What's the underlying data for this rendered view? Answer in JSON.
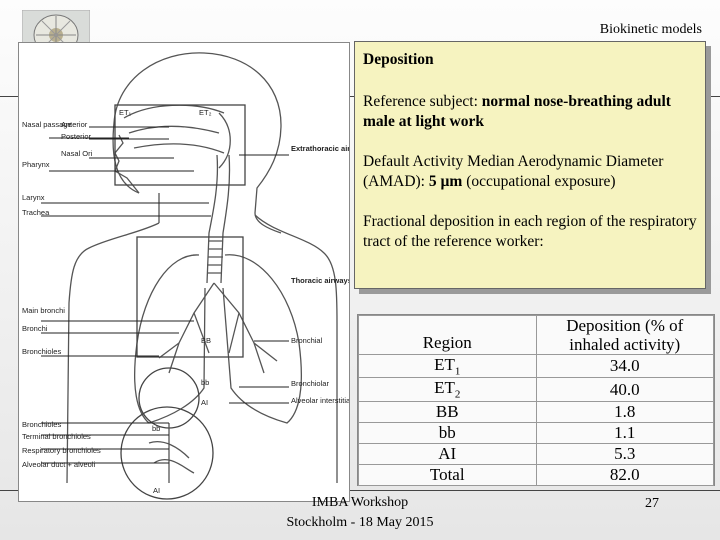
{
  "header": {
    "title": "Biokinetic models"
  },
  "callout": {
    "heading": "Deposition",
    "p1_prefix": "Reference subject: ",
    "p1_bold": "normal nose-breathing adult male at light work",
    "p2_prefix": "Default Activity Median Aerodynamic Diameter (AMAD): ",
    "p2_bold": "5 µm",
    "p2_suffix": " (occupational exposure)",
    "p3": "Fractional deposition in each region of the respiratory tract of the reference worker:"
  },
  "table": {
    "col_region": "Region",
    "col_deposition_line1": "Deposition (% of",
    "col_deposition_line2": "inhaled activity)",
    "rows": [
      {
        "region": "ET1",
        "value": "34.0"
      },
      {
        "region": "ET2",
        "value": "40.0"
      },
      {
        "region": "BB",
        "value": "1.8"
      },
      {
        "region": "bb",
        "value": "1.1"
      },
      {
        "region": "AI",
        "value": "5.3"
      },
      {
        "region": "Total",
        "value": "82.0"
      }
    ]
  },
  "diagram": {
    "labels": {
      "et1": "ET₁",
      "et2": "ET₂",
      "nasal_passage": "Nasal passage",
      "anterior": "Anterior",
      "posterior": "Posterior",
      "nasal_ori": "Nasal Ori",
      "pharynx": "Pharynx",
      "larynx": "Larynx",
      "trachea": "Trachea",
      "extrathoracic": "Extrathoracic airways",
      "thoracic": "Thoracic airways",
      "main_bronchi": "Main bronchi",
      "bronchi": "Bronchi",
      "bronchioles_left": "Bronchioles",
      "bb_tag": "BB",
      "bronchial": "Bronchial",
      "bb_small": "bb",
      "bronchiolar": "Bronchiolar",
      "ai_tag": "AI",
      "alveolar": "Alveolar interstitial",
      "bronchioles_low": "Bronchioles",
      "terminal_bronchioles": "Terminal bronchioles",
      "respiratory_bronchioles": "Respiratory bronchioles",
      "alveolar_duct": "Alveolar duct + alveoli",
      "bb_inset": "bb",
      "ai_inset": "AI"
    }
  },
  "footer": {
    "line1": "IMBA Workshop",
    "line2": "Stockholm - 18 May 2015",
    "page": "27"
  }
}
